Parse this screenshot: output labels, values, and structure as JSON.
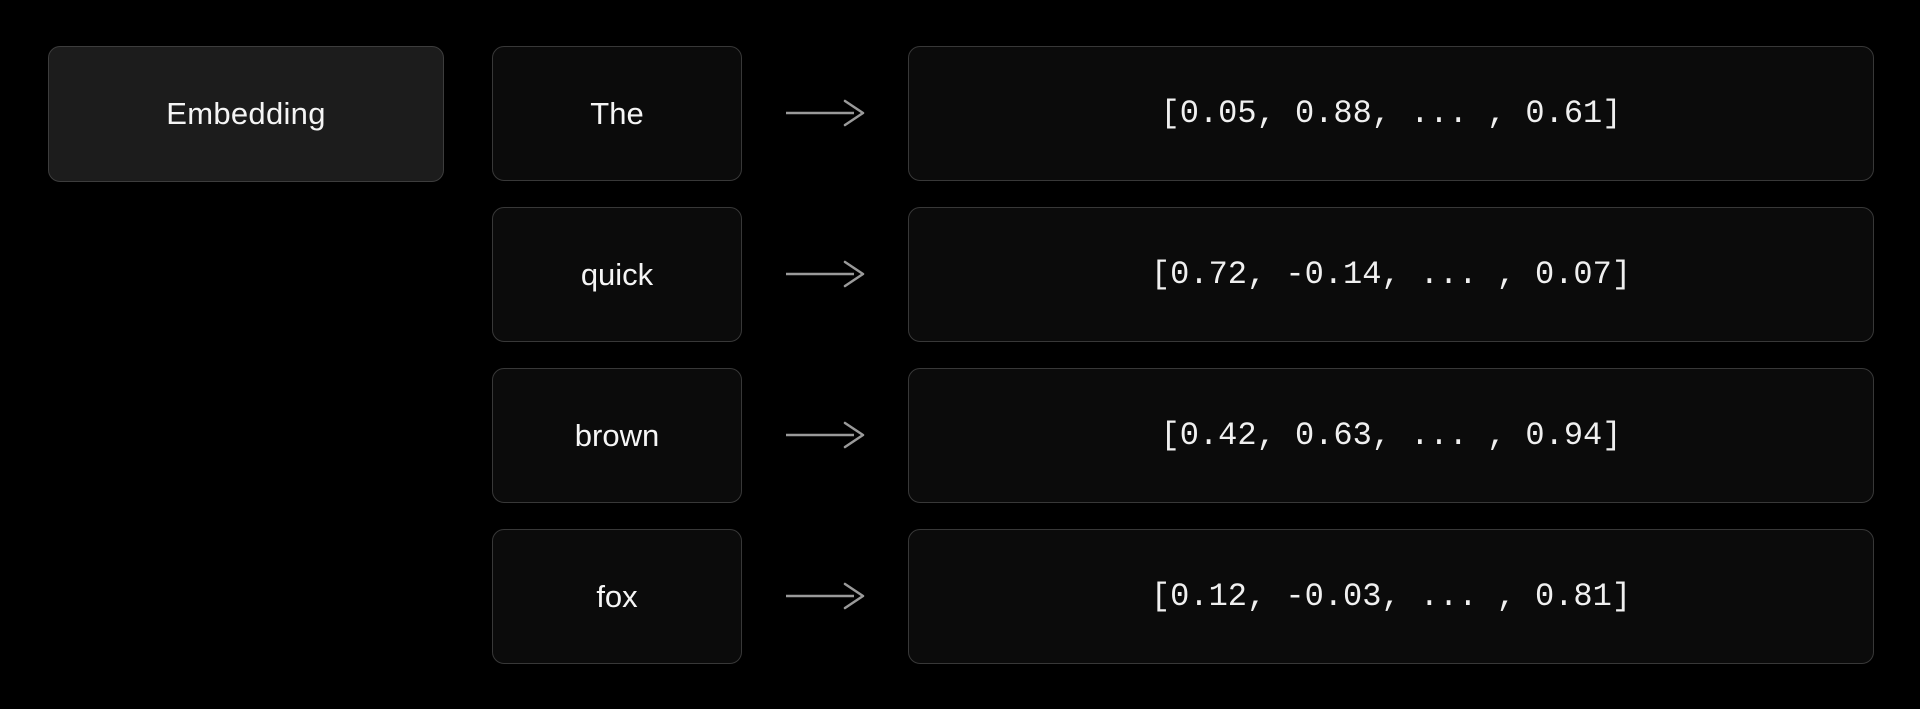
{
  "embedding": {
    "label": "Embedding"
  },
  "rows": [
    {
      "token": "The",
      "vector": "[0.05, 0.88, ... , 0.61]"
    },
    {
      "token": "quick",
      "vector": "[0.72, -0.14, ... , 0.07]"
    },
    {
      "token": "brown",
      "vector": "[0.42, 0.63, ... , 0.94]"
    },
    {
      "token": "fox",
      "vector": "[0.12, -0.03, ... , 0.81]"
    }
  ],
  "icons": {
    "arrow": "right-arrow"
  },
  "colors": {
    "background": "#000000",
    "embedding_box_fill": "#1c1c1c",
    "box_fill": "#0b0b0b",
    "box_border": "#383838",
    "arrow": "#9a9a9a",
    "text": "#f5f5f5"
  }
}
